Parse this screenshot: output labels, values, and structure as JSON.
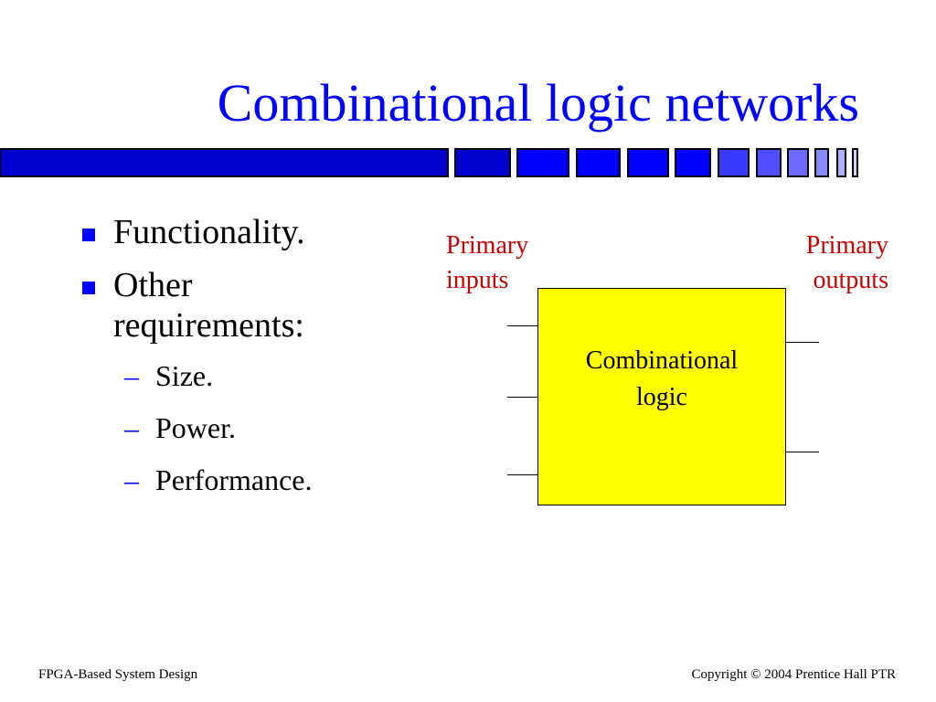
{
  "title": "Combinational logic networks",
  "bullets": {
    "item1": "Functionality.",
    "item2_line1": "Other",
    "item2_line2": "requirements:",
    "dash": "–",
    "sub": [
      "Size.",
      "Power.",
      "Performance."
    ]
  },
  "diagram": {
    "inputs_label_line1": "Primary",
    "inputs_label_line2": "inputs",
    "outputs_label_line1": "Primary",
    "outputs_label_line2": "outputs",
    "box_line1": "Combinational",
    "box_line2": "logic"
  },
  "footer": {
    "left": "FPGA-Based System Design",
    "right": "Copyright © 2004 Prentice Hall PTR"
  },
  "colors": {
    "title": "#0000ff",
    "bar_dark": "#0000cc",
    "bar_bright": "#0000ff",
    "bar_light": "#4f4fff",
    "label_red": "#cc0000",
    "box_fill": "#ffff00"
  }
}
